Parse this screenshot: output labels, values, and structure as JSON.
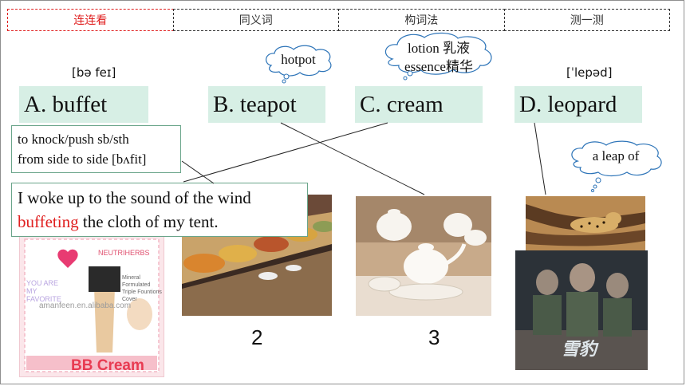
{
  "tabs": [
    {
      "label": "连连看",
      "active": true
    },
    {
      "label": "同义词",
      "active": false
    },
    {
      "label": "构词法",
      "active": false
    },
    {
      "label": "测一测",
      "active": false
    }
  ],
  "phonetics": {
    "buffet": "[bə feɪ]",
    "leopard": "[ˈlepəd]"
  },
  "words": {
    "a": "A. buffet",
    "b": "B. teapot",
    "c": "C. cream",
    "d": "D. leopard"
  },
  "bubbles": {
    "hotpot": "hotpot",
    "cream_line1": "lotion 乳液",
    "cream_line2": "essence精华",
    "leopard": "a leap of"
  },
  "definition": {
    "line1": "to knock/push sb/sth",
    "line2": "from side to side [bʌfit]"
  },
  "sentence": {
    "part1": "I woke up to the sound of the wind",
    "highlight": "buffeting",
    "part2": " the cloth of my tent."
  },
  "numbers": {
    "n2": "2",
    "n3": "3"
  },
  "images": {
    "bb_brand": "NEUTRIHERBS",
    "bb_side": "YOU ARE MY FAVORITE",
    "bb_feature1": "Mineral Formulated",
    "bb_feature2": "Triple Fountions",
    "bb_feature3": "Cover",
    "bb_watermark": "amanfeen.en.alibaba.com",
    "bb_title": "BB Cream",
    "movie_title": "雪豹"
  },
  "colors": {
    "accent": "#e02020",
    "word_bg": "#d7efe5",
    "box_border": "#6aa58a"
  }
}
